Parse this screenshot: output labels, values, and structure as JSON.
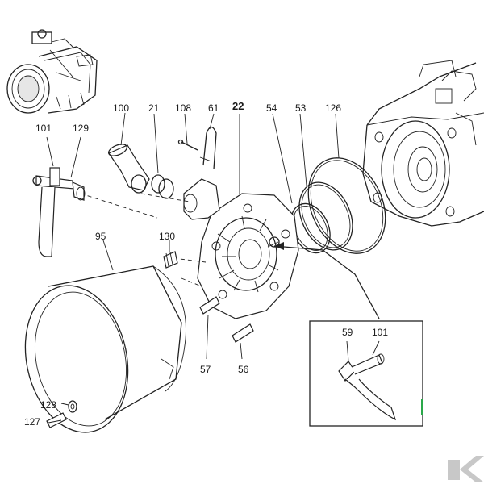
{
  "colors": {
    "ink": "#222222",
    "inset_accent": "#2aa84a",
    "watermark": "#c8c8c8"
  },
  "labels": {
    "p100": "100",
    "p21": "21",
    "p108": "108",
    "p61": "61",
    "p22": "22",
    "p54": "54",
    "p53": "53",
    "p126": "126",
    "p101a": "101",
    "p129": "129",
    "p95": "95",
    "p130": "130",
    "p57": "57",
    "p56": "56",
    "p59": "59",
    "p101b": "101",
    "p128": "128",
    "p127": "127"
  }
}
